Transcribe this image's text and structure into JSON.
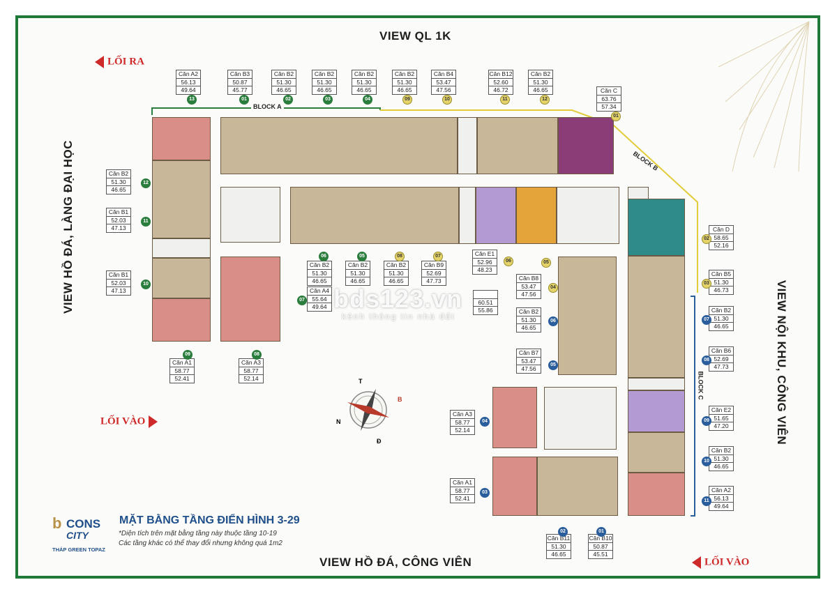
{
  "views": {
    "top": "VIEW QL 1K",
    "left": "VIEW HỒ ĐÁ, LÀNG ĐẠI HỌC",
    "right": "VIEW NỘI KHU, CÔNG VIÊN",
    "bottom": "VIEW HỒ ĐÁ, CÔNG VIÊN"
  },
  "exits": {
    "exit_top": "LỐI RA",
    "entry_left": "LỐI VÀO",
    "entry_bottom": "LỐI VÀO"
  },
  "blocks": {
    "a": "BLOCK A",
    "b": "BLOCK B",
    "c": "BLOCK C"
  },
  "compass": {
    "t": "T",
    "b": "B",
    "n": "N",
    "d": "Đ"
  },
  "title": {
    "logo_b": "b",
    "logo_cons": "CONS",
    "logo_city": "CITY",
    "logo_sub": "THÁP GREEN TOPAZ",
    "heading": "MẶT BẰNG TẦNG ĐIỂN HÌNH 3-29",
    "note1": "*Diện tích trên mặt bằng tầng này thuộc tầng 10-19",
    "note2": "Các tầng khác có thể thay đổi nhưng không quá 1m2"
  },
  "watermark": {
    "main": "bds123.vn",
    "sub": "kênh thông tin nhà đất"
  },
  "units": [
    {
      "name": "Căn A2",
      "a1": "56.13",
      "a2": "49.64",
      "badge": "13"
    },
    {
      "name": "Căn B3",
      "a1": "50.87",
      "a2": "45.77",
      "badge": "01"
    },
    {
      "name": "Căn B2",
      "a1": "51.30",
      "a2": "46.65",
      "badge": "02"
    },
    {
      "name": "Căn B2",
      "a1": "51.30",
      "a2": "46.65",
      "badge": "03"
    },
    {
      "name": "Căn B2",
      "a1": "51.30",
      "a2": "46.65",
      "badge": "04"
    },
    {
      "name": "Căn B2",
      "a1": "51.30",
      "a2": "46.65",
      "badge": "09"
    },
    {
      "name": "Căn B4",
      "a1": "53.47",
      "a2": "47.56",
      "badge": "10"
    },
    {
      "name": "Căn B12",
      "a1": "52.60",
      "a2": "46.72",
      "badge": "11"
    },
    {
      "name": "Căn B2",
      "a1": "51.30",
      "a2": "46.65",
      "badge": "12"
    },
    {
      "name": "Căn C",
      "a1": "63.76",
      "a2": "57.34",
      "badge": "01"
    },
    {
      "name": "Căn B2",
      "a1": "51.30",
      "a2": "46.65",
      "badge": "12"
    },
    {
      "name": "Căn B1",
      "a1": "52.03",
      "a2": "47.13",
      "badge": "11"
    },
    {
      "name": "Căn B1",
      "a1": "52.03",
      "a2": "47.13",
      "badge": "10"
    },
    {
      "name": "Căn A1",
      "a1": "58.77",
      "a2": "52.41",
      "badge": "09"
    },
    {
      "name": "Căn A3",
      "a1": "58.77",
      "a2": "52.14",
      "badge": "08"
    },
    {
      "name": "Căn A4",
      "a1": "55.64",
      "a2": "49.64",
      "badge": "07"
    },
    {
      "name": "Căn B2",
      "a1": "51.30",
      "a2": "46.65",
      "badge": "06"
    },
    {
      "name": "Căn B2",
      "a1": "51.30",
      "a2": "46.65",
      "badge": "05"
    },
    {
      "name": "Căn B2",
      "a1": "51.30",
      "a2": "46.65",
      "badge": "08"
    },
    {
      "name": "Căn B9",
      "a1": "52.69",
      "a2": "47.73",
      "badge": "07"
    },
    {
      "name": "Căn E1",
      "a1": "52.96",
      "a2": "48.23",
      "badge": "06"
    },
    {
      "name": "Căn D",
      "a1": "58.65",
      "a2": "52.16",
      "badge": "02"
    },
    {
      "name": "Căn B5",
      "a1": "51.30",
      "a2": "46.73",
      "badge": "03"
    },
    {
      "name": "Căn B8",
      "a1": "53.47",
      "a2": "47.56",
      "badge": "04"
    },
    {
      "name": "",
      "a1": "60.51",
      "a2": "55.86",
      "badge": "05"
    },
    {
      "name": "Căn B2",
      "a1": "51.30",
      "a2": "46.65",
      "badge": "06"
    },
    {
      "name": "Căn B2",
      "a1": "51.30",
      "a2": "46.65",
      "badge": "07"
    },
    {
      "name": "Căn B7",
      "a1": "53.47",
      "a2": "47.56",
      "badge": "05"
    },
    {
      "name": "Căn B6",
      "a1": "52.69",
      "a2": "47.73",
      "badge": "08"
    },
    {
      "name": "Căn E2",
      "a1": "51.65",
      "a2": "47.20",
      "badge": "09"
    },
    {
      "name": "Căn A3",
      "a1": "58.77",
      "a2": "52.14",
      "badge": "04"
    },
    {
      "name": "Căn B2",
      "a1": "51.30",
      "a2": "46.65",
      "badge": "10"
    },
    {
      "name": "Căn A1",
      "a1": "58.77",
      "a2": "52.41",
      "badge": "03"
    },
    {
      "name": "Căn A2",
      "a1": "56.13",
      "a2": "49.64",
      "badge": "11"
    },
    {
      "name": "Căn B11",
      "a1": "51.30",
      "a2": "46.65",
      "badge": "02"
    },
    {
      "name": "Căn B10",
      "a1": "50.87",
      "a2": "45.51",
      "badge": "01"
    }
  ],
  "colors": {
    "frame": "#1f7a3a",
    "block_a_line": "#2a7d3c",
    "block_b_line": "#e3cc3a",
    "block_c_line": "#2a5d9c",
    "unit_tan": "#c9b79a",
    "unit_pink": "#d98f88",
    "unit_purple": "#8b3d78",
    "unit_teal": "#2f8a8a",
    "unit_lavender": "#b39ad2",
    "unit_orange": "#e5a43a",
    "exit_red": "#cf2a2a",
    "title_blue": "#1f4f8a"
  }
}
